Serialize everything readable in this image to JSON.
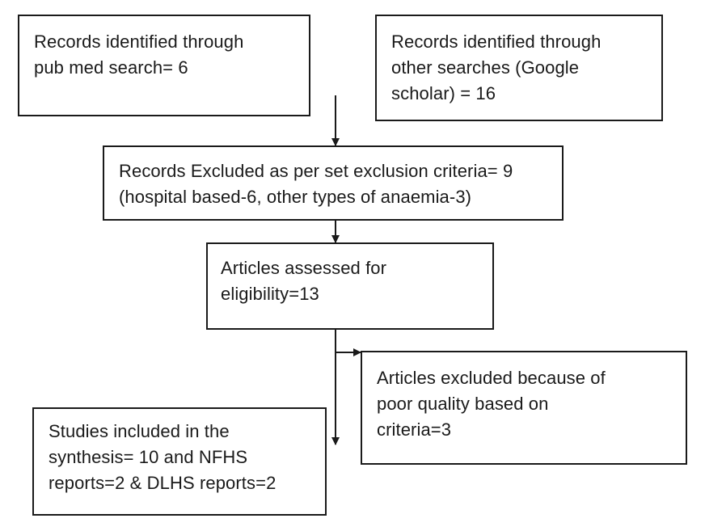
{
  "boxes": {
    "pubmed": {
      "lines": [
        "Records identified through",
        "pub med search= 6"
      ]
    },
    "other_searches": {
      "lines": [
        "Records identified through",
        "other searches (Google",
        "scholar) = 16"
      ]
    },
    "excluded_criteria": {
      "lines": [
        "Records Excluded as per set exclusion criteria= 9",
        "(hospital based-6, other types of anaemia-3)"
      ]
    },
    "assessed": {
      "lines": [
        "Articles assessed for",
        "eligibility=13"
      ]
    },
    "excluded_quality": {
      "lines": [
        "Articles excluded because of",
        "poor quality based on",
        "criteria=3"
      ]
    },
    "included": {
      "lines": [
        "Studies included in the",
        "synthesis= 10 and NFHS",
        "reports=2 & DLHS reports=2"
      ]
    }
  },
  "colors": {
    "stroke": "#1a1a1a",
    "background": "#ffffff"
  }
}
